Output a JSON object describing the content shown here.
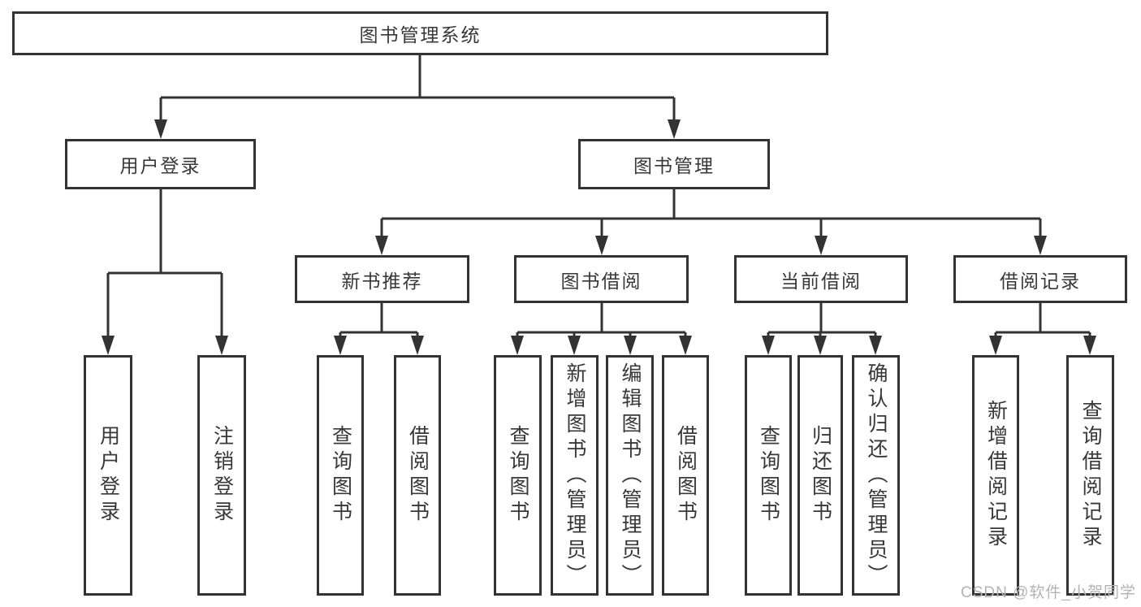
{
  "diagram": {
    "type": "hierarchy-tree",
    "root": {
      "label": "图书管理系统"
    },
    "level1": [
      {
        "id": "user-login",
        "label": "用户登录",
        "parent": "图书管理系统"
      },
      {
        "id": "book-management",
        "label": "图书管理",
        "parent": "图书管理系统"
      }
    ],
    "level2": [
      {
        "id": "new-book-recommend",
        "label": "新书推荐",
        "parent": "图书管理"
      },
      {
        "id": "book-borrow",
        "label": "图书借阅",
        "parent": "图书管理"
      },
      {
        "id": "current-borrow",
        "label": "当前借阅",
        "parent": "图书管理"
      },
      {
        "id": "borrow-records",
        "label": "借阅记录",
        "parent": "图书管理"
      }
    ],
    "level3": [
      {
        "label": "用户登录",
        "parent": "用户登录"
      },
      {
        "label": "注销登录",
        "parent": "用户登录"
      },
      {
        "label": "查询图书",
        "parent": "新书推荐"
      },
      {
        "label": "借阅图书",
        "parent": "新书推荐"
      },
      {
        "label": "查询图书",
        "parent": "图书借阅"
      },
      {
        "label": "新增图书（管理员）",
        "parent": "图书借阅"
      },
      {
        "label": "编辑图书（管理员）",
        "parent": "图书借阅"
      },
      {
        "label": "借阅图书",
        "parent": "图书借阅"
      },
      {
        "label": "查询图书",
        "parent": "当前借阅"
      },
      {
        "label": "归还图书",
        "parent": "当前借阅"
      },
      {
        "label": "确认归还（管理员）",
        "parent": "当前借阅"
      },
      {
        "label": "新增借阅记录",
        "parent": "借阅记录"
      },
      {
        "label": "查询借阅记录",
        "parent": "借阅记录"
      }
    ],
    "colors": {
      "line": "#333333",
      "box_border": "#333333",
      "box_fill": "#ffffff",
      "text": "#383838",
      "background": "#ffffff",
      "watermark": "#b3b3b3"
    }
  },
  "watermark": {
    "text": "CSDN @软件_小贺同学"
  }
}
